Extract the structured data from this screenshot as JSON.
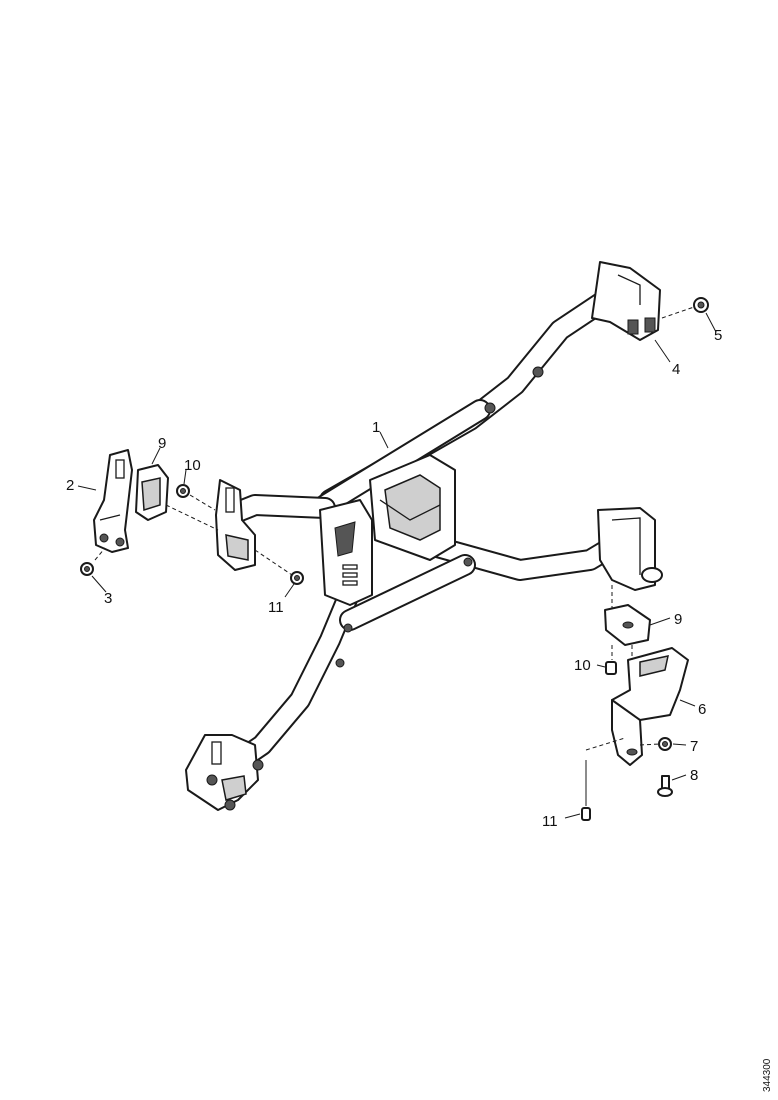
{
  "callouts": {
    "c1": "1",
    "c2": "2",
    "c3": "3",
    "c4": "4",
    "c5": "5",
    "c6": "6",
    "c7": "7",
    "c8": "8",
    "c9_left": "9",
    "c9_right": "9",
    "c10_left": "10",
    "c10_right": "10",
    "c11_left": "11",
    "c11_right": "11"
  },
  "reference_code": "344300"
}
